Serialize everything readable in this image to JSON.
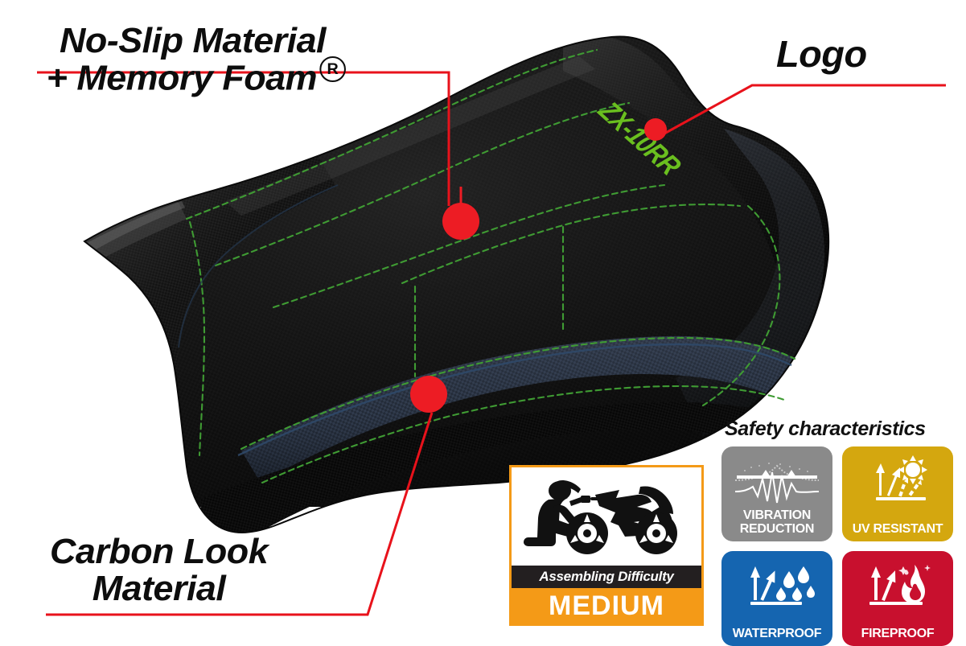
{
  "callouts": [
    {
      "id": "no-slip",
      "line1": "No-Slip Material",
      "line2": "+ Memory Foam",
      "superscript": "R"
    },
    {
      "id": "logo",
      "label": "Logo"
    },
    {
      "id": "carbon",
      "line1": "Carbon Look",
      "line2": "Material"
    }
  ],
  "product": {
    "embroidered_logo": "ZX-10RR",
    "logo_color": "#6abf1f",
    "stitch_color": "#3f9b33",
    "seat_top_color": "#111111",
    "seat_panel_color": "#2b3340",
    "accent_color": "#ed1c24"
  },
  "safety": {
    "title": "Safety characteristics",
    "badges": [
      {
        "id": "vibration",
        "caption_line1": "VIBRATION",
        "caption_line2": "REDUCTION",
        "color": "#8a8a8a",
        "icon": "waveform-icon"
      },
      {
        "id": "uv",
        "caption_line1": "UV RESISTANT",
        "caption_line2": "",
        "color": "#d4a70f",
        "icon": "sun-rays-icon"
      },
      {
        "id": "waterproof",
        "caption_line1": "WATERPROOF",
        "caption_line2": "",
        "color": "#1565b0",
        "icon": "water-drops-icon"
      },
      {
        "id": "fireproof",
        "caption_line1": "FIREPROOF",
        "caption_line2": "",
        "color": "#c8102e",
        "icon": "flame-icon"
      }
    ]
  },
  "assembly": {
    "title": "Assembling Difficulty",
    "level": "MEDIUM",
    "border_color": "#f49a17",
    "bar_color": "#231f20",
    "level_bg_color": "#f49a17",
    "icon": "mechanic-motorcycle-icon"
  }
}
